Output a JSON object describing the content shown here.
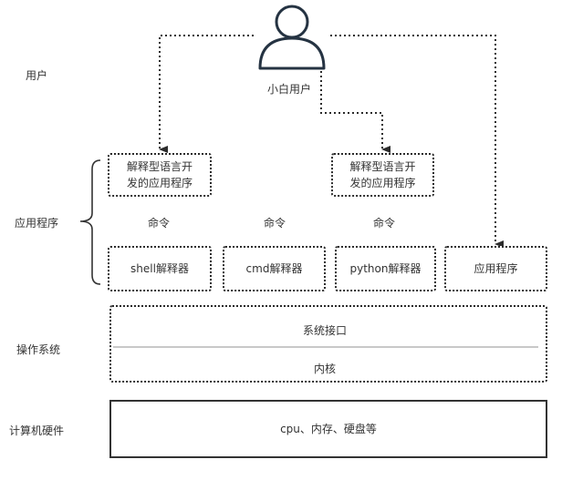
{
  "layers": {
    "user": "用户",
    "application": "应用程序",
    "os": "操作系统",
    "hardware": "计算机硬件"
  },
  "user_actor": {
    "icon": "person-icon",
    "label": "小白用户"
  },
  "app_dev_boxes": [
    {
      "line1": "解释型语言开",
      "line2": "发的应用程序"
    },
    {
      "line1": "解释型语言开",
      "line2": "发的应用程序"
    }
  ],
  "command_labels": [
    "命令",
    "命令",
    "命令"
  ],
  "interpreters": [
    "shell解释器",
    "cmd解释器",
    "python解释器",
    "应用程序"
  ],
  "os_box": {
    "top": "系统接口",
    "bottom": "内核"
  },
  "hardware_box": {
    "text": "cpu、内存、硬盘等"
  },
  "colors": {
    "stroke": "#2b2b2b",
    "icon": "#253342",
    "divider": "#c8c8c8",
    "text": "#333333"
  }
}
